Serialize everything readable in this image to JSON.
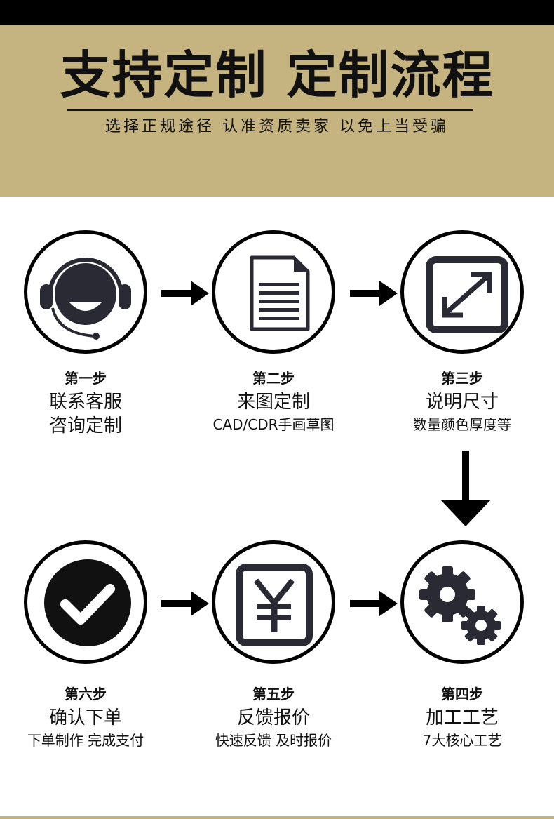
{
  "header": {
    "title": "支持定制 定制流程",
    "subtitle": "选择正规途径 认准资质卖家 以免上当受骗",
    "accent_color": "#c5b47f"
  },
  "steps": [
    {
      "number": "第一步",
      "title": "联系客服",
      "subtitle": "咨询定制",
      "icon": "customer-service-headset-icon"
    },
    {
      "number": "第二步",
      "title": "来图定制",
      "subtitle": "CAD/CDR手画草图",
      "icon": "document-icon"
    },
    {
      "number": "第三步",
      "title": "说明尺寸",
      "subtitle": "数量颜色厚度等",
      "icon": "resize-expand-icon"
    },
    {
      "number": "第四步",
      "title": "加工工艺",
      "subtitle": "7大核心工艺",
      "icon": "gears-icon"
    },
    {
      "number": "第五步",
      "title": "反馈报价",
      "subtitle": "快速反馈 及时报价",
      "icon": "yuan-price-icon"
    },
    {
      "number": "第六步",
      "title": "确认下单",
      "subtitle": "下单制作 完成支付",
      "icon": "check-mark-icon"
    }
  ]
}
